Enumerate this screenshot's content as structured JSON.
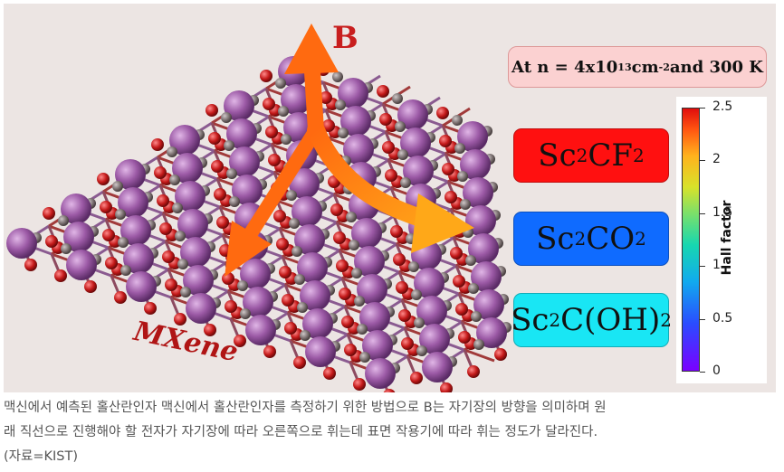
{
  "figure": {
    "field_label": "B",
    "material_label": "MXene",
    "condition_text": "At n = 4x10",
    "condition_exp": "13",
    "condition_unit": " cm",
    "condition_unit_exp": "-2",
    "condition_tail": " and 300 K",
    "materials": [
      {
        "a": "Sc",
        "a_sub": "2",
        "b": "CF",
        "b_sub": "2",
        "c": "",
        "c_sub": "",
        "color": "#ff1010"
      },
      {
        "a": "Sc",
        "a_sub": "2",
        "b": "CO",
        "b_sub": "2",
        "c": "",
        "c_sub": "",
        "color": "#0f6bff"
      },
      {
        "a": "Sc",
        "a_sub": "2",
        "b": "C(OH)",
        "b_sub": "2",
        "c": "",
        "c_sub": "",
        "color": "#19e6f4"
      }
    ],
    "colorbar": {
      "title": "Hall factor",
      "ticks": [
        "2.5",
        "2",
        "1.5",
        "1",
        "0.5",
        "0"
      ],
      "values": [
        2.5,
        2,
        1.5,
        1,
        0.5,
        0
      ],
      "range": [
        0,
        2.5
      ]
    },
    "arrow_color": "#ff6a10",
    "atom_colors": {
      "sc": "#9c5aa6",
      "c": "#7d7272",
      "o": "#c41a1a"
    }
  },
  "caption": {
    "line1": "맥신에서 예측된 홀산란인자 맥신에서 홀산란인자를 측정하기 위한 방법으로 B는 자기장의 방향을 의미하며 원",
    "line2": "래 직선으로 진행해야 할 전자가 자기장에 따라 오른쪽으로 휘는데 표면 작용기에 따라 휘는 정도가 달라진다.",
    "line3": "(자료=KIST)"
  }
}
